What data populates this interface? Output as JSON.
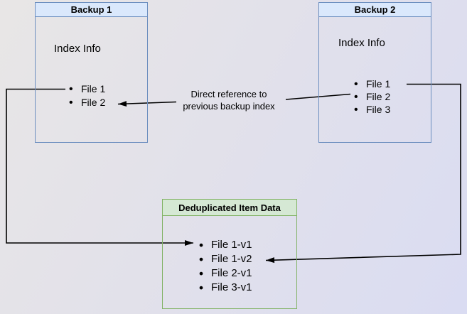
{
  "backup1": {
    "title": "Backup 1",
    "body_label": "Index Info",
    "files": [
      "File 1",
      "File 2"
    ]
  },
  "backup2": {
    "title": "Backup 2",
    "body_label": "Index Info",
    "files": [
      "File 1",
      "File 2",
      "File 3"
    ]
  },
  "dedup": {
    "title": "Deduplicated Item Data",
    "files": [
      "File 1-v1",
      "File 1-v2",
      "File 2-v1",
      "File 3-v1"
    ]
  },
  "annotation": {
    "text": "Direct reference to previous backup index"
  },
  "colors": {
    "blue_box_border": "#6c8ebf",
    "blue_box_header_fill": "#dae8fc",
    "green_box_border": "#82b366",
    "green_box_header_fill": "#d5e8d4",
    "arrow": "#000000",
    "background_start": "#e8e6e6",
    "background_end": "#dadcf2"
  }
}
